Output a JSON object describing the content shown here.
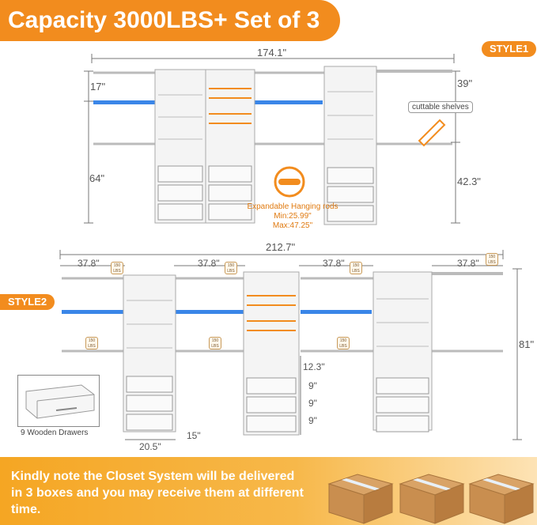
{
  "title": "Capacity 3000LBS+ Set of 3",
  "style1": {
    "tag": "STYLE1",
    "width": "174.1\"",
    "dim_left_top": "17\"",
    "dim_left_bottom": "64\"",
    "dim_right_top": "39\"",
    "dim_right_bottom": "42.3\"",
    "cuttable": "cuttable shelves",
    "rods_title": "Expandable Hanging rods",
    "rods_min": "Min:25.99\"",
    "rods_max": "Max:47.25\""
  },
  "style2": {
    "tag": "STYLE2",
    "width": "212.7\"",
    "section_widths": [
      "37.8\"",
      "37.8\"",
      "37.8\"",
      "37.8\""
    ],
    "height": "81\"",
    "dim_123": "12.3\"",
    "dim_9a": "9\"",
    "dim_9b": "9\"",
    "dim_9c": "9\"",
    "dim_205": "20.5\"",
    "dim_15": "15\"",
    "drawers_label": "9 Wooden Drawers",
    "badge_line1": "150",
    "badge_line2": "LBS"
  },
  "notice": "Kindly note the Closet System will be delivered in 3 boxes and you may receive them at different time.",
  "colors": {
    "accent": "#f28c1e",
    "blue_shelf": "#3a86e8"
  }
}
